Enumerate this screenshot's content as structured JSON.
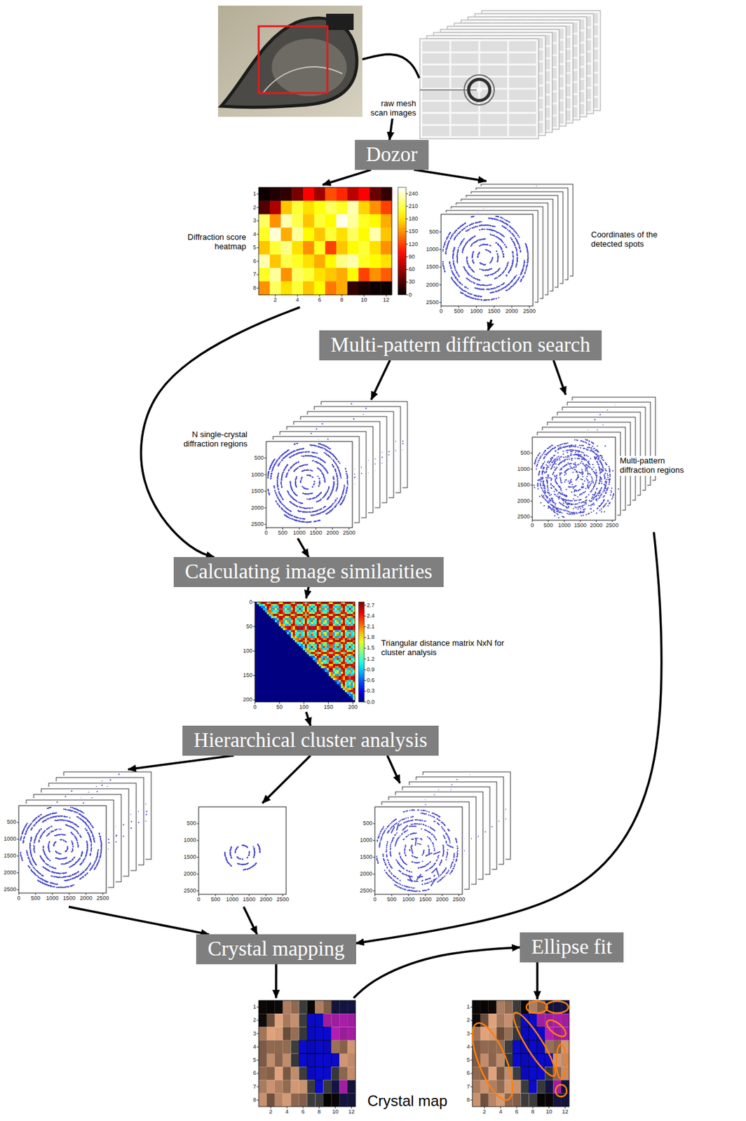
{
  "diagram": {
    "nodes": [
      {
        "text": [
          "raw mesh scan images"
        ]
      },
      {
        "text": [
          "Dozor"
        ]
      },
      {
        "text": [
          "Diffraction score heatmap"
        ]
      },
      {
        "text": [
          "Coordinates of the detected spots"
        ]
      },
      {
        "text": [
          "Multi-pattern diffraction search"
        ]
      },
      {
        "text": [
          "N single-crystal diffraction regions"
        ]
      },
      {
        "text": [
          "Multi-pattern diffraction regions"
        ]
      },
      {
        "text": [
          "Calculating image similarities"
        ]
      },
      {
        "text": [
          "Triangular distance matrix NxN for cluster analysis"
        ]
      },
      {
        "text": [
          "Hierarchical cluster analysis"
        ]
      },
      {
        "text": [
          "Crystal mapping"
        ]
      },
      {
        "text": [
          "Ellipse fit"
        ]
      },
      {
        "text": [
          "Crystal map"
        ]
      }
    ],
    "edges": [
      {
        "from": 0,
        "to": 1,
        "arrow": "to"
      },
      {
        "from": 1,
        "to": 2,
        "arrow": "to"
      },
      {
        "from": 1,
        "to": 3,
        "arrow": "to"
      },
      {
        "from": 3,
        "to": 4,
        "arrow": "to"
      },
      {
        "from": 4,
        "to": 5,
        "arrow": "to"
      },
      {
        "from": 4,
        "to": 6,
        "arrow": "to"
      },
      {
        "from": 2,
        "to": 7,
        "arrow": "to"
      },
      {
        "from": 5,
        "to": 7,
        "arrow": "to"
      },
      {
        "from": 7,
        "to": 8,
        "arrow": "to"
      },
      {
        "from": 8,
        "to": 9,
        "arrow": "to"
      },
      {
        "from": 6,
        "to": 10,
        "arrow": "to"
      },
      {
        "from": 10,
        "to": 12,
        "arrow": "to"
      },
      {
        "from": 12,
        "to": 11,
        "arrow": "to"
      }
    ],
    "labels": [
      "1",
      "2",
      "3",
      "4",
      "5",
      "6",
      "7",
      "8",
      "2",
      "4",
      "6",
      "8",
      "10",
      "12",
      "0",
      "30",
      "60",
      "90",
      "120",
      "150",
      "180",
      "210",
      "240",
      "500",
      "1000",
      "1500",
      "2000",
      "2500",
      "0",
      "500",
      "1000",
      "1500",
      "2000",
      "2500",
      "500",
      "1000",
      "1500",
      "2000",
      "2500",
      "0",
      "500",
      "1000",
      "1500",
      "2000",
      "2500",
      "500",
      "1000",
      "1500",
      "2000",
      "2500",
      "0",
      "500",
      "1000",
      "1500",
      "2000",
      "2500",
      "0",
      "50",
      "100",
      "150",
      "200",
      "0",
      "50",
      "100",
      "150",
      "200",
      "0.0",
      "0.3",
      "0.6",
      "0.9",
      "1.2",
      "1.5",
      "1.8",
      "2.1",
      "2.4",
      "2.7",
      "500",
      "1000",
      "1500",
      "2000",
      "2500",
      "0",
      "500",
      "1000",
      "1500",
      "2000",
      "2500",
      "500",
      "1000",
      "1500",
      "2000",
      "2500",
      "0",
      "500",
      "1000",
      "1500",
      "2000",
      "2500",
      "500",
      "1000",
      "1500",
      "2000",
      "2500",
      "0",
      "500",
      "1000",
      "1500",
      "2000",
      "2500",
      "1",
      "2",
      "3",
      "4",
      "5",
      "6",
      "7",
      "8",
      "2",
      "4",
      "6",
      "8",
      "10",
      "12",
      "1",
      "2",
      "3",
      "4",
      "5",
      "6",
      "7",
      "8",
      "2",
      "4",
      "6",
      "8",
      "10",
      "12"
    ]
  }
}
